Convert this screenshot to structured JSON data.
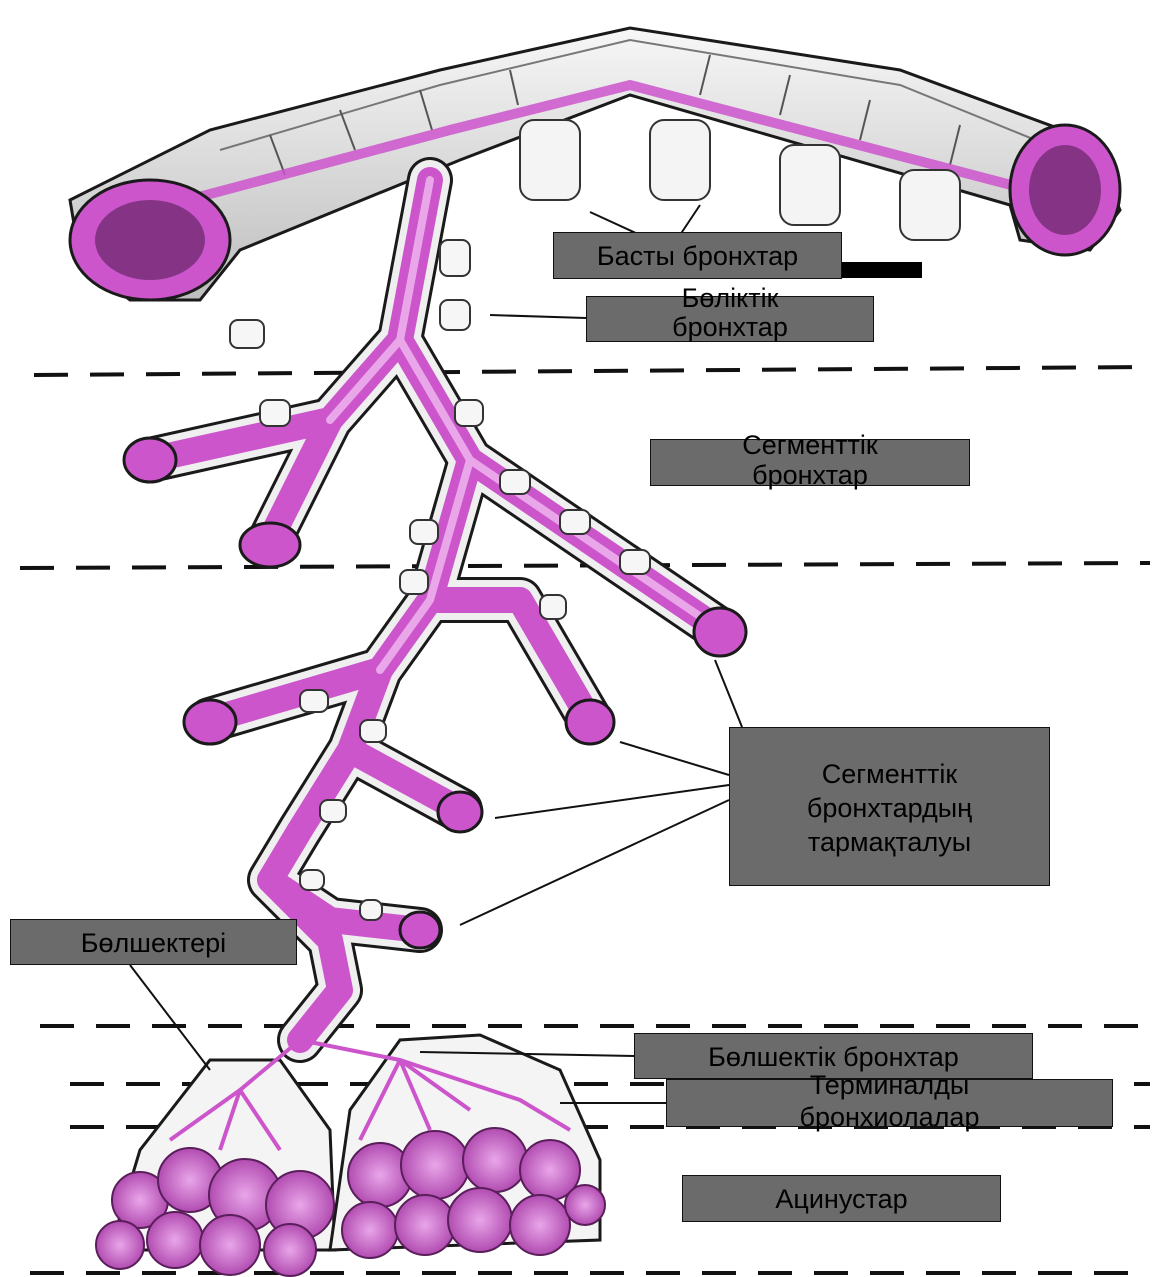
{
  "labels": {
    "main_bronchi": "Басты бронхтар",
    "lobar_bronchi": "Бөліктік\nбронхтар",
    "segmental_bronchi": "Сегменттік\nбронхтар",
    "segmental_branching": "Сегменттік\nбронхтардың\nтармақталуы",
    "lobules": "Бөлшектері",
    "lobular_bronchi": "Бөлшектік бронхтар",
    "terminal_bronchioles": "Терминалды\nбронхиолалар",
    "acini": "Ацинустар"
  },
  "colors": {
    "mucosa": "#cc55cc",
    "mucosa_light": "#e9a6e9",
    "cartilage": "#f2f2f2",
    "outline": "#1a1a1a",
    "label_box": "#6b6b6b"
  }
}
